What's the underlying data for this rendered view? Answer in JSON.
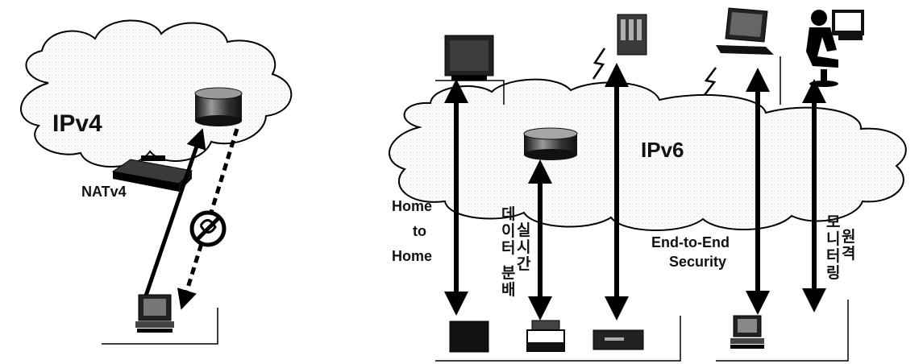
{
  "left_network": {
    "cloud_label": "IPv4",
    "nat_label": "NATv4"
  },
  "right_network": {
    "cloud_label": "IPv6",
    "home_label": [
      "Home",
      "to",
      "Home"
    ],
    "data_distribution_label": [
      "데",
      "이",
      "터",
      "분",
      "배"
    ],
    "realtime_label": [
      "실",
      "시",
      "간"
    ],
    "e2e_label": [
      "End-to-End",
      "Security"
    ],
    "monitoring_label": [
      "모",
      "니",
      "터",
      "링"
    ],
    "remote_label": [
      "원",
      "격"
    ]
  },
  "icons": [
    "cloud-icon",
    "server-icon",
    "router-icon",
    "blocked-icon",
    "desktop-pc-icon",
    "monitor-icon",
    "tower-server-icon",
    "laptop-icon",
    "wireless-link-icon",
    "person-at-computer-icon",
    "storage-server-icon",
    "set-top-box-icon",
    "printer-icon",
    "vcr-device-icon",
    "double-arrow-icon"
  ]
}
